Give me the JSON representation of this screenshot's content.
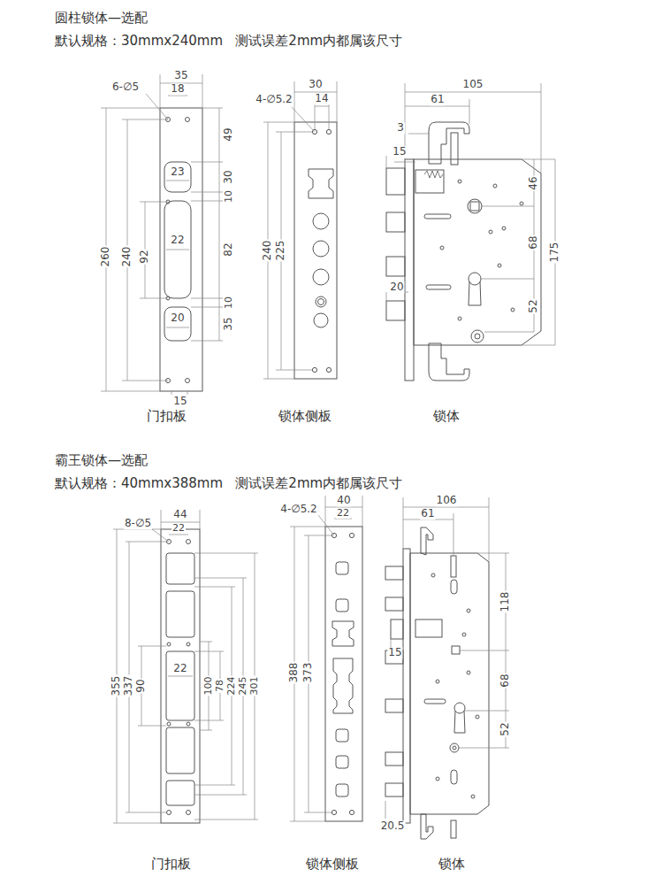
{
  "diagram": {
    "labels": [
      "圆柱锁体—选配",
      "默认规格：30mmx240mm   测试误差2mm内都属该尺寸",
      "35",
      "18",
      "6-∅5",
      "49",
      "23",
      "30",
      "10",
      "82",
      "22",
      "92",
      "240",
      "260",
      "10",
      "35",
      "20",
      "15",
      "门扣板",
      "30",
      "14",
      "4-∅5.2",
      "225",
      "240",
      "锁体侧板",
      "105",
      "61",
      "3",
      "15",
      "46",
      "68",
      "175",
      "20",
      "52",
      "锁体",
      "霸王锁体—选配",
      "默认规格：40mmx388mm   测试误差2mm内都属该尺寸",
      "44",
      "22",
      "8-∅5",
      "22",
      "90",
      "337",
      "355",
      "100",
      "78",
      "224",
      "245",
      "301",
      "门扣板",
      "40",
      "22",
      "4-∅5.2",
      "373",
      "388",
      "锁体侧板",
      "106",
      "61",
      "118",
      "15",
      "68",
      "52",
      "20.5",
      "锁体"
    ]
  }
}
